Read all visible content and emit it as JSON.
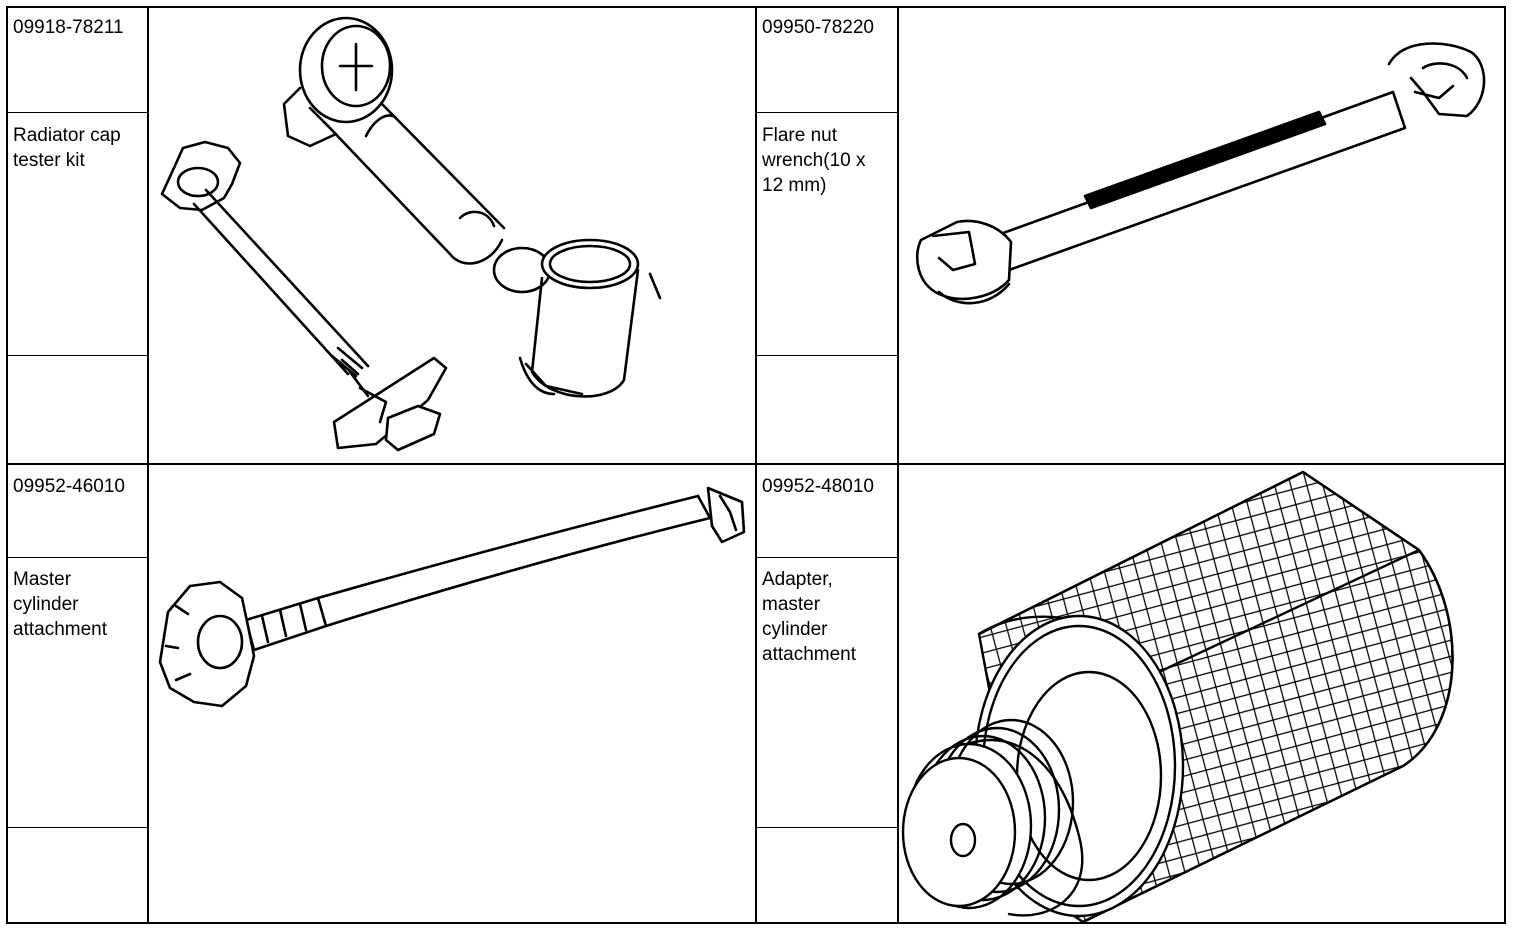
{
  "tools": [
    {
      "part_number": "09918-78211",
      "name": "Radiator cap\ntester kit",
      "illustration_icon": "radiator-cap-tester-kit"
    },
    {
      "part_number": "09950-78220",
      "name": "Flare nut\nwrench(10 x\n12 mm)",
      "illustration_icon": "flare-nut-wrench"
    },
    {
      "part_number": "09952-46010",
      "name": "Master\ncylinder\nattachment",
      "illustration_icon": "master-cylinder-attachment-hose"
    },
    {
      "part_number": "09952-48010",
      "name": "Adapter,\nmaster\ncylinder\nattachment",
      "illustration_icon": "knurled-threaded-adapter"
    }
  ]
}
